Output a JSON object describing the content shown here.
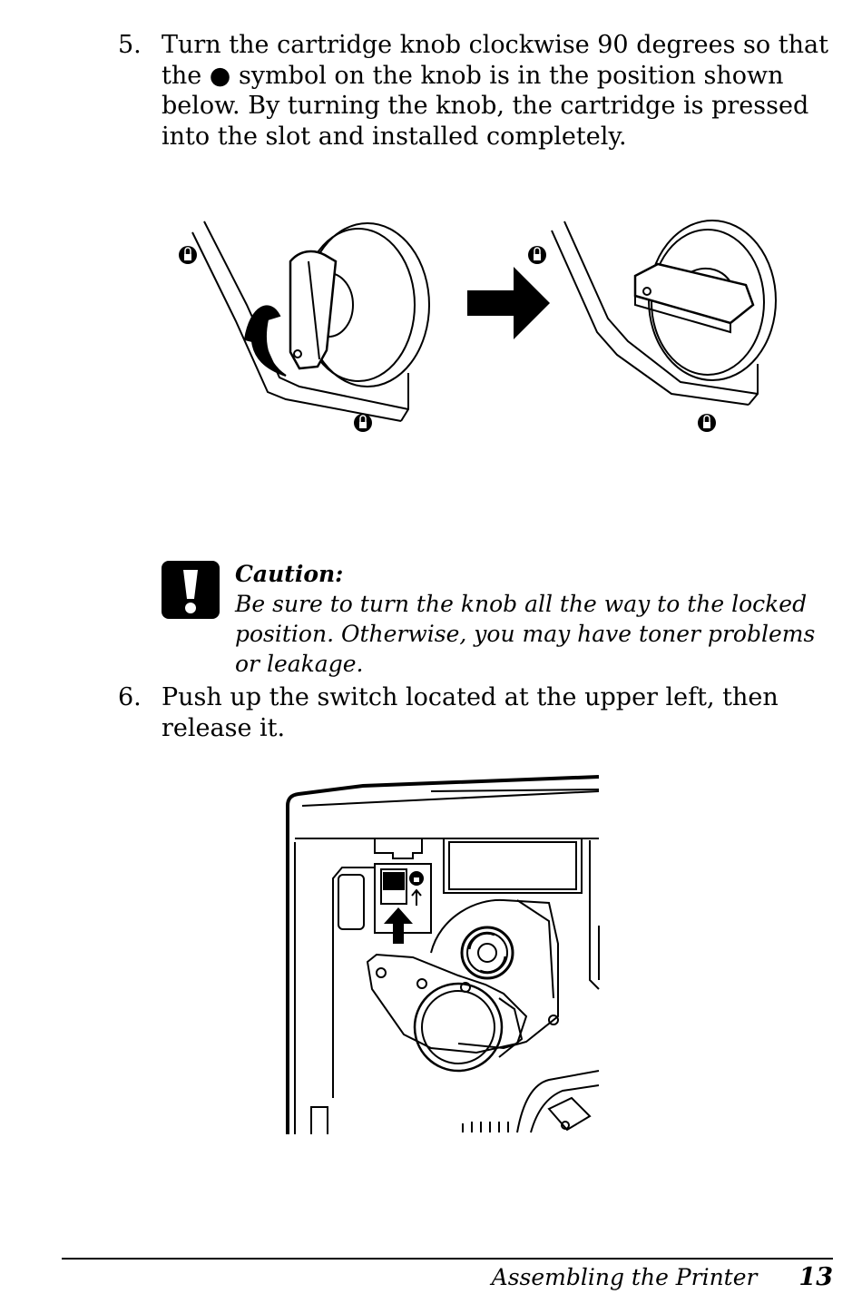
{
  "steps": [
    {
      "number": "5.",
      "text": "Turn the cartridge knob clockwise 90 degrees so that the ● symbol on the knob is in the position shown below. By turning the knob, the cartridge is pressed into the slot and installed completely."
    },
    {
      "number": "6.",
      "text": "Push up the switch located at the upper left, then release it."
    }
  ],
  "caution": {
    "title": "Caution:",
    "text": "Be sure to turn the knob all the way to the locked position. Otherwise, you may have toner problems or leakage.",
    "icon": "exclamation-icon"
  },
  "footer": {
    "chapter": "Assembling the Printer",
    "page": "13"
  },
  "icons": {
    "lock": "lock-icon",
    "arrow": "right-arrow-icon"
  }
}
